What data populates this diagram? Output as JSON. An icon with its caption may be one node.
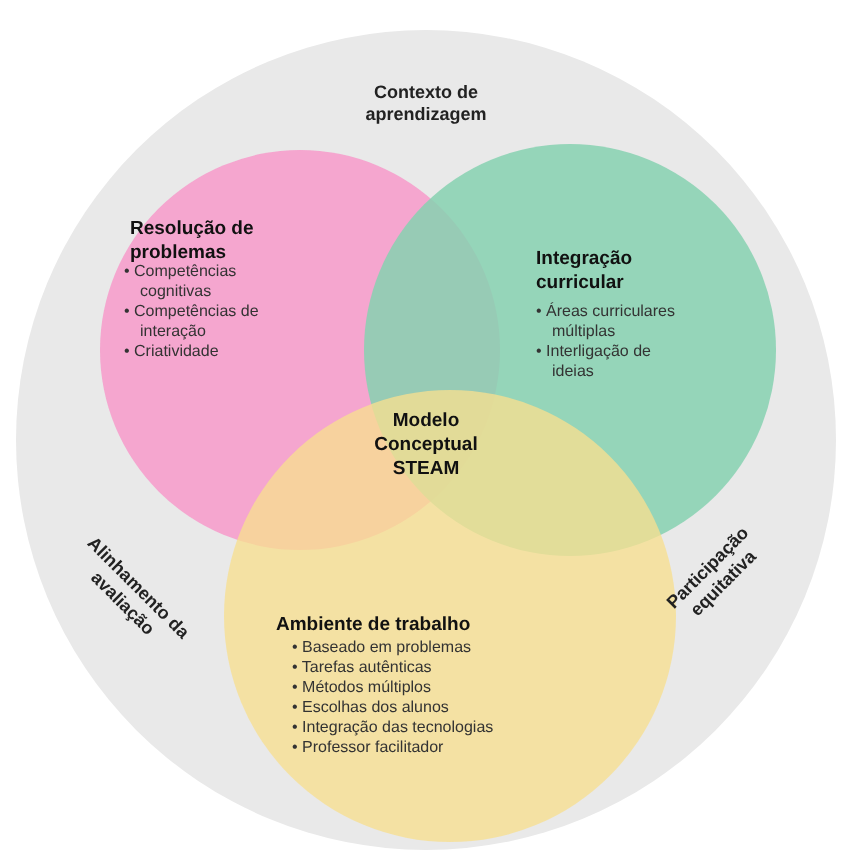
{
  "diagram": {
    "nodes": [
      {
        "text": [
          "Contexto de aprendizagem",
          "Alinhamento da avaliação",
          "Participação equitativa"
        ]
      },
      {
        "text": [
          "Resolução de problemas",
          "• Competências cognitivas",
          "• Competências de interação",
          "• Criatividade"
        ],
        "in": 0
      },
      {
        "text": [
          "Integração curricular",
          "• Áreas curriculares múltiplas",
          "• Interligação de ideias"
        ],
        "in": 0
      },
      {
        "text": [
          "Ambiente de trabalho",
          "• Baseado em problemas",
          "• Tarefas autênticas",
          "• Métodos múltiplos",
          "• Escolhas dos alunos",
          "• Integração das tecnologias",
          "• Professor facilitador"
        ],
        "in": 0
      }
    ],
    "edges": [],
    "labels": [
      "Modelo Conceptual STEAM"
    ]
  }
}
